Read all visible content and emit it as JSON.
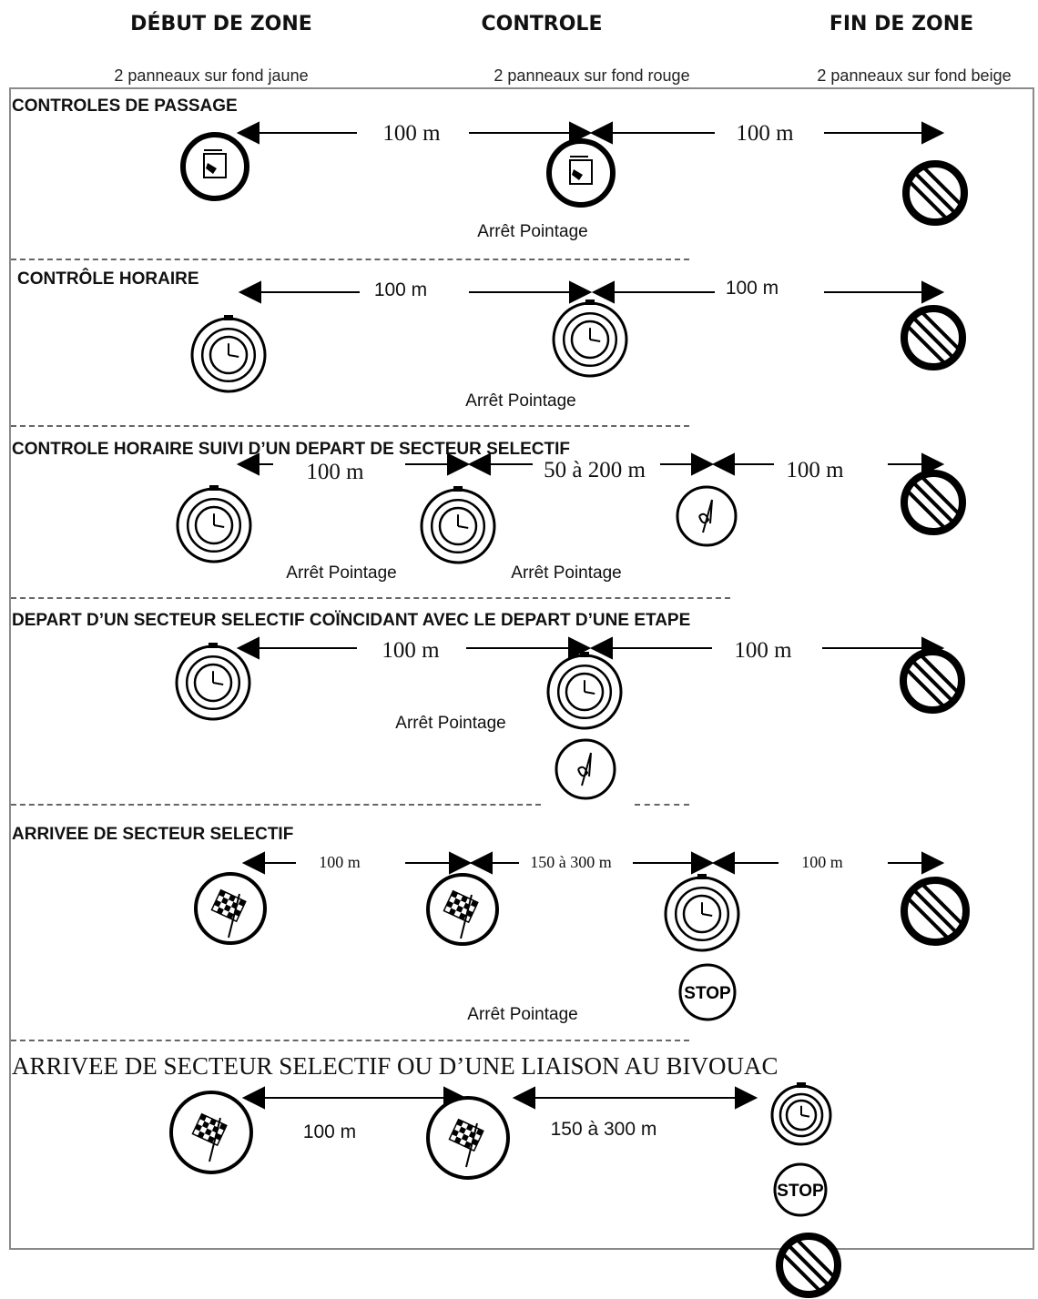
{
  "headers": {
    "debut": "DÉBUT DE ZONE",
    "controle": "CONTROLE",
    "fin": "FIN DE ZONE"
  },
  "subheaders": {
    "debut": "2 panneaux sur fond jaune",
    "controle": "2 panneaux sur fond rouge",
    "fin": "2 panneaux sur fond beige"
  },
  "sections": [
    {
      "title": "CONTROLES DE PASSAGE",
      "distances": [
        "100 m",
        "100 m"
      ],
      "labels": [
        "Arrêt Pointage"
      ],
      "signs": [
        "passage-stamp",
        "passage-stamp",
        "end-zone"
      ]
    },
    {
      "title": "CONTRÔLE HORAIRE",
      "distances": [
        "100 m",
        "100 m"
      ],
      "labels": [
        "Arrêt Pointage"
      ],
      "signs": [
        "time-control",
        "time-control",
        "end-zone"
      ]
    },
    {
      "title": "CONTROLE HORAIRE SUIVI D’UN DEPART DE SECTEUR SELECTIF",
      "distances": [
        "100 m",
        "50 à 200 m",
        "100 m"
      ],
      "labels": [
        "Arrêt Pointage",
        "Arrêt Pointage"
      ],
      "signs": [
        "time-control",
        "time-control",
        "start-selective",
        "end-zone"
      ]
    },
    {
      "title": "DEPART D’UN SECTEUR SELECTIF COÏNCIDANT AVEC LE DEPART D’UNE ETAPE",
      "distances": [
        "100 m",
        "100 m"
      ],
      "labels": [
        "Arrêt Pointage"
      ],
      "signs": [
        "time-control",
        "time-control",
        "start-selective",
        "end-zone"
      ]
    },
    {
      "title": "ARRIVEE DE SECTEUR SELECTIF",
      "distances": [
        "100 m",
        "150 à 300 m",
        "100 m"
      ],
      "labels": [
        "Arrêt Pointage"
      ],
      "signs": [
        "checkered-flag",
        "checkered-flag",
        "time-control",
        "stop",
        "end-zone"
      ]
    },
    {
      "title": "ARRIVEE DE SECTEUR SELECTIF OU D’UNE LIAISON AU BIVOUAC",
      "distances": [
        "100 m",
        "150 à 300 m"
      ],
      "labels": [],
      "signs": [
        "checkered-flag",
        "checkered-flag",
        "time-control",
        "stop",
        "end-zone"
      ]
    }
  ],
  "stop_text": "STOP"
}
